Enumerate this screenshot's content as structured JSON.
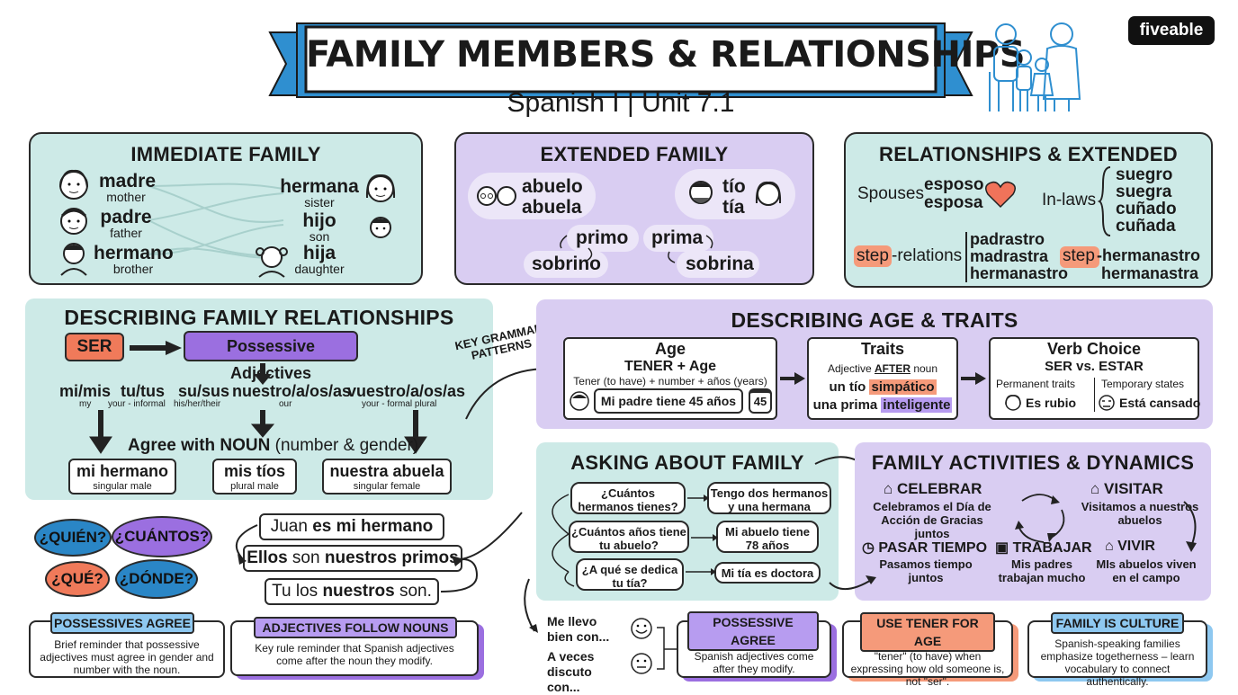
{
  "header": {
    "title": "FAMILY MEMBERS & RELATIONSHIPS",
    "subtitle": "Spanish I | Unit 7.1",
    "brand": "fiveable"
  },
  "immediate": {
    "title": "IMMEDIATE FAMILY",
    "left": [
      {
        "es": "madre",
        "en": "mother"
      },
      {
        "es": "padre",
        "en": "father"
      },
      {
        "es": "hermano",
        "en": "brother"
      }
    ],
    "right": [
      {
        "es": "hermana",
        "en": "sister"
      },
      {
        "es": "hijo",
        "en": "son"
      },
      {
        "es": "hija",
        "en": "daughter"
      }
    ]
  },
  "extended": {
    "title": "EXTENDED FAMILY",
    "abuelo": "abuelo",
    "abuela": "abuela",
    "tio": "tío",
    "tia": "tía",
    "primo": "primo",
    "sobrino": "sobrino",
    "prima": "prima",
    "sobrina": "sobrina"
  },
  "relationships": {
    "title": "RELATIONSHIPS & EXTENDED",
    "spouses_label": "Spouses",
    "esposo": "esposo",
    "esposa": "esposa",
    "inlaws_label": "In-laws",
    "inlaws": [
      "suegro",
      "suegra",
      "cuñado",
      "cuñada"
    ],
    "step_prefix": "step",
    "step_suffix": "-relations",
    "step_list": [
      "padrastro",
      "madrastra",
      "hermanastro"
    ],
    "step2_prefix": "step",
    "step2_word": "-hermanastro",
    "step2_second": "hermanastra"
  },
  "describing": {
    "title": "DESCRIBING FAMILY RELATIONSHIPS",
    "ser": "SER",
    "possessive": "Possessive Adjectives",
    "forms": [
      {
        "word": "mi/mis",
        "hint": "my"
      },
      {
        "word": "tu/tus",
        "hint": "your - informal"
      },
      {
        "word": "su/sus",
        "hint": "his/her/their"
      },
      {
        "word": "nuestro/a/os/as",
        "hint": "our"
      },
      {
        "word": "vuestro/a/os/as",
        "hint": "your - formal plural"
      }
    ],
    "agree_bold": "Agree with NOUN",
    "agree_rest": " (number & gender)",
    "examples": [
      {
        "es": "mi hermano",
        "note": "singular male"
      },
      {
        "es": "mis tíos",
        "note": "plural male"
      },
      {
        "es": "nuestra abuela",
        "note": "singular female"
      }
    ],
    "grammar_note": "KEY GRAMMAR PATTERNS"
  },
  "age_traits": {
    "title": "DESCRIBING AGE & TRAITS",
    "age": {
      "title": "Age",
      "formula": "TENER + Age",
      "detail": "Tener (to have) + number + años (years)",
      "example": "Mi padre tiene 45 años",
      "calendar": "45"
    },
    "traits": {
      "title": "Traits",
      "rule_pre": "Adjective ",
      "rule_bold": "AFTER",
      "rule_post": " noun",
      "ex1_pre": "un tío ",
      "ex1_adj": "simpático",
      "ex2_pre": "una prima ",
      "ex2_adj": "inteligente"
    },
    "verb": {
      "title": "Verb Choice",
      "sub": "SER vs. ESTAR",
      "perm": "Permanent traits",
      "temp": "Temporary states",
      "perm_ex": "Es rubio",
      "temp_ex": "Está cansado"
    }
  },
  "questions": {
    "quien": "¿QUIÉN?",
    "cuantos": "¿CUÁNTOS?",
    "que": "¿QUÉ?",
    "donde": "¿DÓNDE?"
  },
  "sentences": {
    "s1_pre": "Juan ",
    "s1_bold": "es mi hermano",
    "s2_bold1": "Ellos",
    "s2_mid": " son ",
    "s2_bold2": "nuestros primos",
    "s3_pre": "Tu los ",
    "s3_bold": "nuestros",
    "s3_post": " son."
  },
  "asking": {
    "title": "ASKING ABOUT FAMILY",
    "q1": "¿Cuántos hermanos tienes?",
    "a1": "Tengo dos hermanos y una hermana",
    "q2": "¿Cuántos años tiene tu abuelo?",
    "a2": "Mi abuelo tiene 78 años",
    "q3": "¿A qué se dedica tu tía?",
    "a3": "Mi tía es doctora"
  },
  "activities": {
    "title": "FAMILY ACTIVITIES & DYNAMICS",
    "celebrar": {
      "title": "CELEBRAR",
      "desc": "Celebramos el Día de Acción de Gracias juntos"
    },
    "visitar": {
      "title": "VISITAR",
      "desc": "Visitamos a nuestros abuelos"
    },
    "pasar": {
      "title": "PASAR TIEMPO",
      "desc": "Pasamos tiempo juntos"
    },
    "trabajar": {
      "title": "TRABAJAR",
      "desc": "Mis padres trabajan mucho"
    },
    "vivir": {
      "title": "VIVIR",
      "desc": "MIs abuelos viven en el campo"
    }
  },
  "mood": {
    "l1": "Me llevo bien con...",
    "l2": "A veces discuto con..."
  },
  "notes": [
    {
      "tag": "POSSESSIVES AGREE",
      "text": "Brief reminder that possessive adjectives must agree in gender and number with the noun."
    },
    {
      "tag": "ADJECTIVES FOLLOW NOUNS",
      "text": "Key rule reminder that Spanish adjectives come after the noun they modify."
    },
    {
      "tag": "POSSESSIVE AGREE",
      "text": "Key rule reminder that Spanish adjectives come after they modify."
    },
    {
      "tag": "USE TENER FOR AGE",
      "text": "Remember to always use \"tener\" (to have) when expressing how old someone is, not \"ser\"."
    },
    {
      "tag": "FAMILY IS CULTURE",
      "text": "Spanish-speaking families emphasize togetherness – learn vocabulary to connect authentically."
    }
  ],
  "colors": {
    "teal": "#cdeae7",
    "lavender": "#d9cdf2",
    "blue_accent": "#2f8fd0",
    "tag_blue": "#8ec8f0",
    "tag_purple": "#9b7be0",
    "tag_orange": "#f59a7a",
    "heart": "#f0735a",
    "oval_blue": "#2a86c6",
    "oval_purple": "#9b6fe0",
    "oval_orange": "#f07a5a"
  }
}
